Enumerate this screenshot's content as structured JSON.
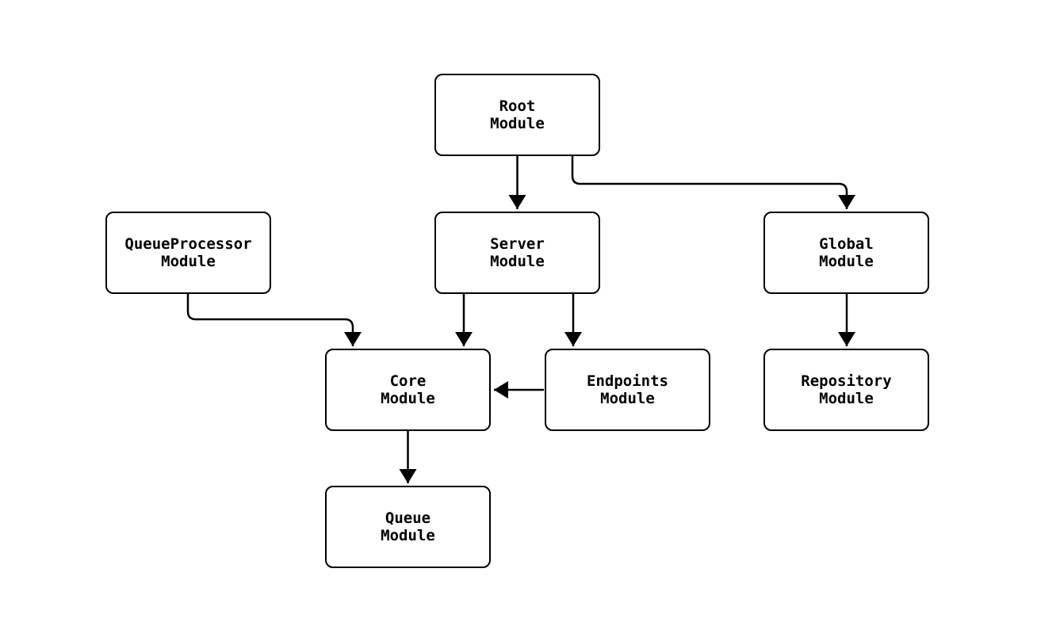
{
  "diagram": {
    "type": "module-dependency-flowchart",
    "colors": {
      "background": "#ffffff",
      "node_fill": "#ffffff",
      "stroke": "#000000",
      "text": "#000000"
    },
    "nodes": {
      "root": {
        "label": "Root\nModule"
      },
      "queue_processor": {
        "label": "QueueProcessor\nModule"
      },
      "server": {
        "label": "Server\nModule"
      },
      "global": {
        "label": "Global\nModule"
      },
      "core": {
        "label": "Core\nModule"
      },
      "endpoints": {
        "label": "Endpoints\nModule"
      },
      "repository": {
        "label": "Repository\nModule"
      },
      "queue": {
        "label": "Queue\nModule"
      }
    },
    "edges": [
      {
        "from": "Root Module",
        "to": "Server Module"
      },
      {
        "from": "Root Module",
        "to": "Global Module"
      },
      {
        "from": "QueueProcessor Module",
        "to": "Core Module"
      },
      {
        "from": "Server Module",
        "to": "Core Module"
      },
      {
        "from": "Server Module",
        "to": "Endpoints Module"
      },
      {
        "from": "Endpoints Module",
        "to": "Core Module"
      },
      {
        "from": "Global Module",
        "to": "Repository Module"
      },
      {
        "from": "Core Module",
        "to": "Queue Module"
      }
    ]
  }
}
